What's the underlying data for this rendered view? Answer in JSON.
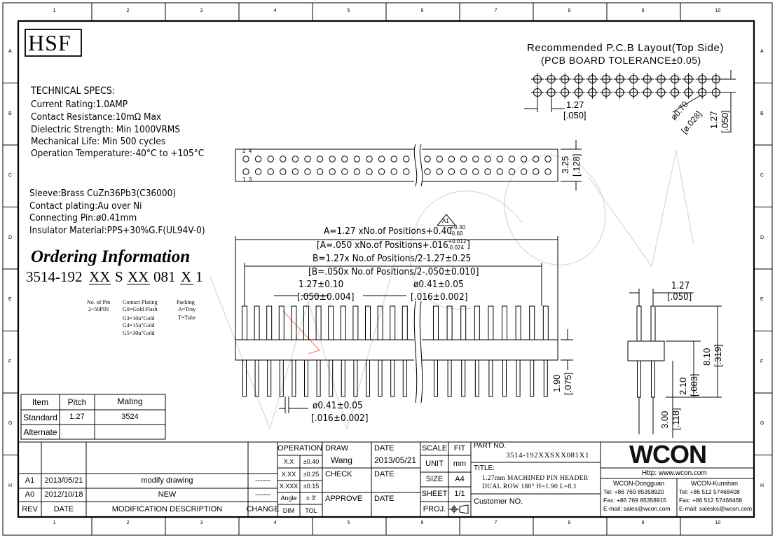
{
  "logo": "HSF",
  "frame": {
    "columns": [
      "1",
      "2",
      "3",
      "4",
      "5",
      "6",
      "7",
      "8",
      "9",
      "10"
    ],
    "rows": [
      "A",
      "B",
      "C",
      "D",
      "E",
      "F",
      "G",
      "H"
    ]
  },
  "pcb": {
    "title": "Recommended P.C.B Layout(Top Side)",
    "tolerance": "(PCB BOARD TOLERANCE±0.05)",
    "pitch": "1.27",
    "pitch_in": "[.050]",
    "hole": "ø0.70",
    "hole_in": "[ø.028]",
    "row_pitch": "1.27",
    "row_pitch_in": "[.050]"
  },
  "specs": {
    "heading": "TECHNICAL SPECS:",
    "lines": [
      "Current Rating:1.0AMP",
      "Contact Resistance:10mΩ Max",
      "Dielectric Strength: Min 1000VRMS",
      "Mechanical Life: Min 500 cycles",
      "Operation Temperature:-40°C to +105°C"
    ]
  },
  "materials": [
    "Sleeve:Brass CuZn36Pb3(C36000)",
    "Contact plating:Au over Ni",
    "Connecting Pin:ø0.41mm",
    "Insulator Material:PPS+30%G.F(UL94V-0)"
  ],
  "top_view": {
    "pin_label_top": "2  4",
    "pin_label_bottom": "1  3",
    "height": "3.25",
    "height_in": "[.128]"
  },
  "ordering": {
    "title": "Ordering Information",
    "code_prefix": "3514-192",
    "code_xx1": "XX",
    "code_s": "S",
    "code_xx2": "XX",
    "code_081": "081",
    "code_x": "X",
    "code_1": "1",
    "pin_note": [
      "No. of Pin",
      "2~50PIN"
    ],
    "plating_note": [
      "Contact Plating",
      "G0=Gold Flash",
      "G3=10u\"Gold",
      "G4=15u\"Gold",
      "G5=30u\"Gold"
    ],
    "packing_note": [
      "Packing",
      "A=Tray",
      "T=Tube"
    ]
  },
  "dims": {
    "rev_flag": "A1",
    "a_line": "A=1.27 xNo.of Positions+0.40",
    "a_tol_up": "+0.30",
    "a_tol_dn": "-0.60",
    "a_line_in": "[A=.050 xNo.of Positions+.016",
    "a_tol_in_up": "+0.012",
    "a_tol_in_dn": "-0.024",
    "a_close": "]",
    "b_line": "B=1.27x No.of Positions/2-1.27±0.25",
    "b_line_in": "[B=.050x No.of Positions/2-.050±0.010]",
    "pitch": "1.27±0.10",
    "pitch_in": "[.050±0.004]",
    "pin": "ø0.41±0.05",
    "pin_in": "[.016±0.002]",
    "pin_bottom": "ø0.41±0.05",
    "pin_bottom_in": "[.016±0.002]",
    "insul": "1.90",
    "insul_in": "[.075]",
    "side_pitch": "1.27",
    "side_pitch_in": "[.050]",
    "total": "8.10",
    "total_in": "[.319]",
    "mid": "2.10",
    "mid_in": "[.083]",
    "tail": "3.00",
    "tail_in": "[.118]"
  },
  "mating_table": {
    "headers": [
      "Item",
      "Pitch",
      "Mating"
    ],
    "rows": [
      [
        "Standard",
        "1.27",
        "3524"
      ],
      [
        "Alternate",
        "",
        ""
      ]
    ]
  },
  "watermark": "WCON",
  "title_block": {
    "rev_rows": [
      [
        "A1",
        "2013/05/21",
        "modify drawing",
        "------"
      ],
      [
        "A0",
        "2012/10/18",
        "NEW",
        "------"
      ]
    ],
    "rev_headers": [
      "REV",
      "DATE",
      "MODIFICATION DESCRIPTION",
      "CHANGE"
    ],
    "operation": "OPERATION",
    "tol_rows": [
      [
        "X.X",
        "±0.40"
      ],
      [
        "X.XX",
        "±0.25"
      ],
      [
        "X.XXX",
        "±0.15"
      ],
      [
        "Angle",
        "± 3'"
      ]
    ],
    "dim": "DIM",
    "tol": "TOL",
    "draw": "DRAW",
    "drawer": "Wang",
    "date": "DATE",
    "draw_date": "2013/05/21",
    "check": "CHECK",
    "approve": "APPROVE",
    "scale": "SCALE",
    "fit": "FIT",
    "unit": "UNIT",
    "unit_val": "mm",
    "size": "SIZE",
    "size_val": "A4",
    "sheet": "SHEET",
    "sheet_val": "1/1",
    "proj": "PROJ.",
    "part_no_label": "PART NO.",
    "part_no": "3514-192XXSXX081X1",
    "title_label": "TITLE:",
    "title_line1": "1.27mm MACHINED PIN HEADER",
    "title_line2": "DUAL ROW 180° H=1.90 L=8.1",
    "customer": "Customer NO.",
    "brand": "WCON",
    "http": "Http: www.wcon.com",
    "dg_name": "WCON-Dongguan",
    "dg_tel": "Tel: +86 769 85358920",
    "dg_fax": "Fax: +86 769 85358915",
    "dg_mail": "E-mail: sales@wcon.com",
    "ks_name": "WCON-Kunshan",
    "ks_tel": "Tel: +86 512 57468408",
    "ks_fax": "Fax: +86 512 57468468",
    "ks_mail": "E-mail: salesks@wcon.com"
  }
}
